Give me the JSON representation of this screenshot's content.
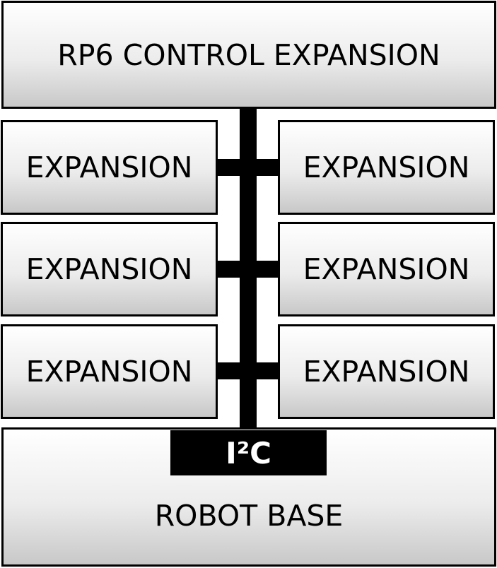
{
  "diagram": {
    "top_box": {
      "label": "RP6 CONTROL EXPANSION"
    },
    "expansions": [
      {
        "label": "EXPANSION"
      },
      {
        "label": "EXPANSION"
      },
      {
        "label": "EXPANSION"
      },
      {
        "label": "EXPANSION"
      },
      {
        "label": "EXPANSION"
      },
      {
        "label": "EXPANSION"
      }
    ],
    "bus": {
      "label": "I²C"
    },
    "base_box": {
      "label": "ROBOT BASE"
    }
  }
}
